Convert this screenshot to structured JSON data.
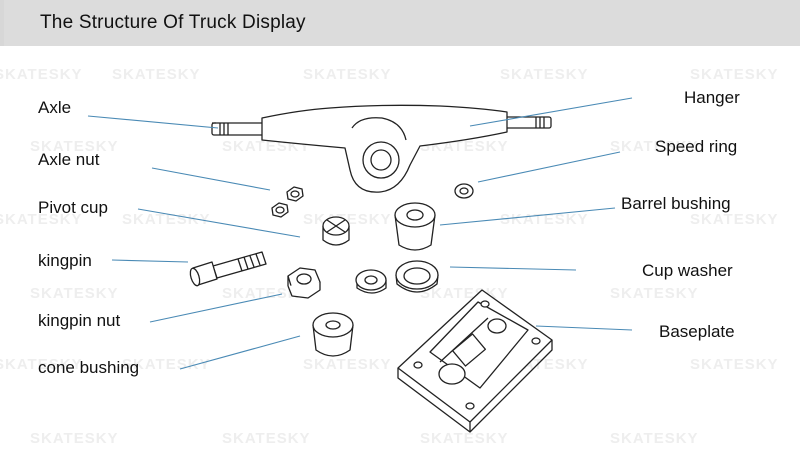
{
  "title": "The Structure Of Truck Display",
  "watermark": "SKATESKY",
  "leader_color": "#4a8ab5",
  "parts_left": [
    "Axle",
    "Axle nut",
    "Pivot cup",
    "kingpin",
    "kingpin nut",
    "cone bushing"
  ],
  "parts_right": [
    "Hanger",
    "Speed ring",
    "Barrel bushing",
    "Cup washer",
    "Baseplate"
  ]
}
